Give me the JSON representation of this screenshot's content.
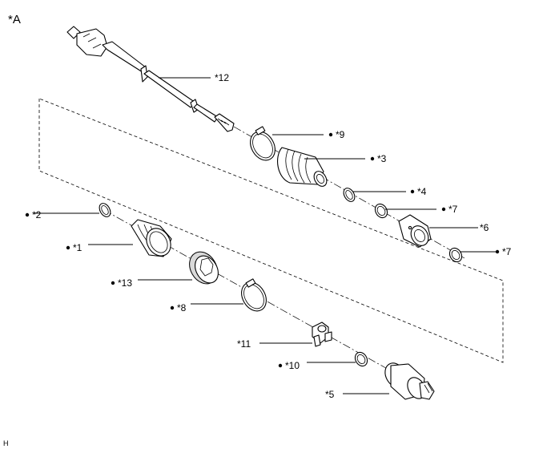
{
  "view_label": "*A",
  "corner_mark": "H",
  "callouts": [
    {
      "id": "12",
      "text": "*12",
      "bullet": false
    },
    {
      "id": "9",
      "text": "*9",
      "bullet": true
    },
    {
      "id": "3",
      "text": "*3",
      "bullet": true
    },
    {
      "id": "4",
      "text": "*4",
      "bullet": true
    },
    {
      "id": "2",
      "text": "*2",
      "bullet": true
    },
    {
      "id": "7a",
      "text": "*7",
      "bullet": true
    },
    {
      "id": "6",
      "text": "*6",
      "bullet": false
    },
    {
      "id": "1",
      "text": "*1",
      "bullet": true
    },
    {
      "id": "7b",
      "text": "*7",
      "bullet": true
    },
    {
      "id": "13",
      "text": "*13",
      "bullet": true
    },
    {
      "id": "8",
      "text": "*8",
      "bullet": true
    },
    {
      "id": "11",
      "text": "*11",
      "bullet": false
    },
    {
      "id": "10",
      "text": "*10",
      "bullet": true
    },
    {
      "id": "5",
      "text": "*5",
      "bullet": false
    }
  ]
}
